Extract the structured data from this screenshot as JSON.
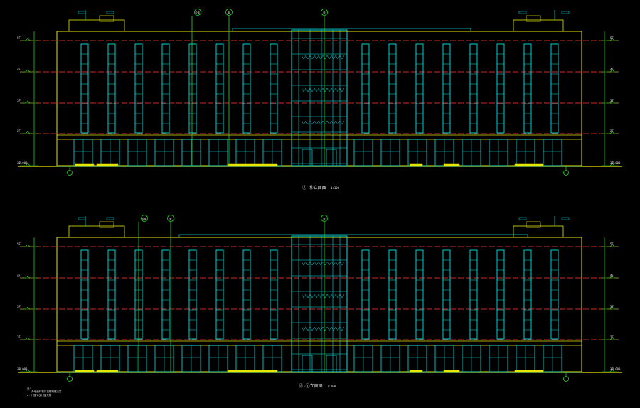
{
  "colors": {
    "background": "#000000",
    "outline": "#e6e600",
    "glazing": "#00e5e5",
    "floor_line": "#cc2a2a",
    "axis": "#22dd22",
    "marker": "#22dd22",
    "ground": "#e6e600",
    "text": "#e8e8e8"
  },
  "drawings": [
    {
      "title": "①-⑬立面图",
      "scale": "1:100",
      "axis_bubbles": [
        "⑤⑥",
        "⑧",
        "⑩"
      ],
      "floor_labels": [
        "5F",
        "4F",
        "3F",
        "2F",
        "1F",
        "±0.000"
      ]
    },
    {
      "title": "⑬-①立面图",
      "scale": "1:100",
      "axis_bubbles": [
        "⑤⑥",
        "⑧",
        "⑩"
      ],
      "floor_labels": [
        "5F",
        "4F",
        "3F",
        "2F",
        "1F",
        "±0.000"
      ]
    }
  ],
  "notes": [
    "注：",
    "1. 外墙面材料详见材料做法表",
    "2. 门窗详见门窗大样"
  ]
}
